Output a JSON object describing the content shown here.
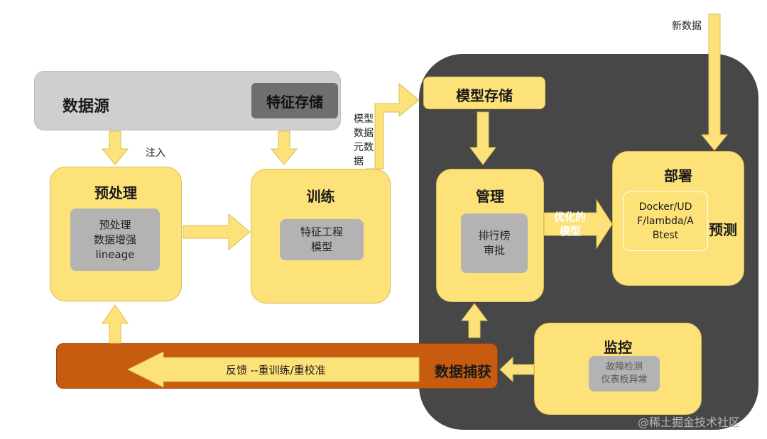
{
  "data_source": {
    "label": "数据源",
    "feature_store": "特征存储"
  },
  "labels": {
    "inject": "注入",
    "new_data": "新数据",
    "model_metadata": [
      "模型",
      "数据",
      "元数",
      "据"
    ],
    "optimized_model": [
      "优化的",
      "模型"
    ],
    "predict": "预测",
    "data_capture": "数据捕获",
    "feedback": "反馈 --重训练/重校准"
  },
  "preprocess": {
    "title": "预处理",
    "lines": [
      "预处理",
      "数据增强",
      "lineage"
    ]
  },
  "training": {
    "title": "训练",
    "lines": [
      "特征工程",
      "模型"
    ]
  },
  "model_store": {
    "title": "模型存储"
  },
  "management": {
    "title": "管理",
    "lines": [
      "排行榜",
      "审批"
    ]
  },
  "deploy": {
    "title": "部署",
    "lines": [
      "Docker/UD",
      "F/lambda/A",
      "Btest"
    ]
  },
  "monitor": {
    "title": "监控",
    "lines": [
      "故障检测",
      "仪表板异常"
    ]
  },
  "watermark": "@稀土掘金技术社区",
  "colors": {
    "yellow": "#fde27a",
    "orange": "#c75c10",
    "dark": "#474747",
    "gray": "#cfcfcf"
  }
}
